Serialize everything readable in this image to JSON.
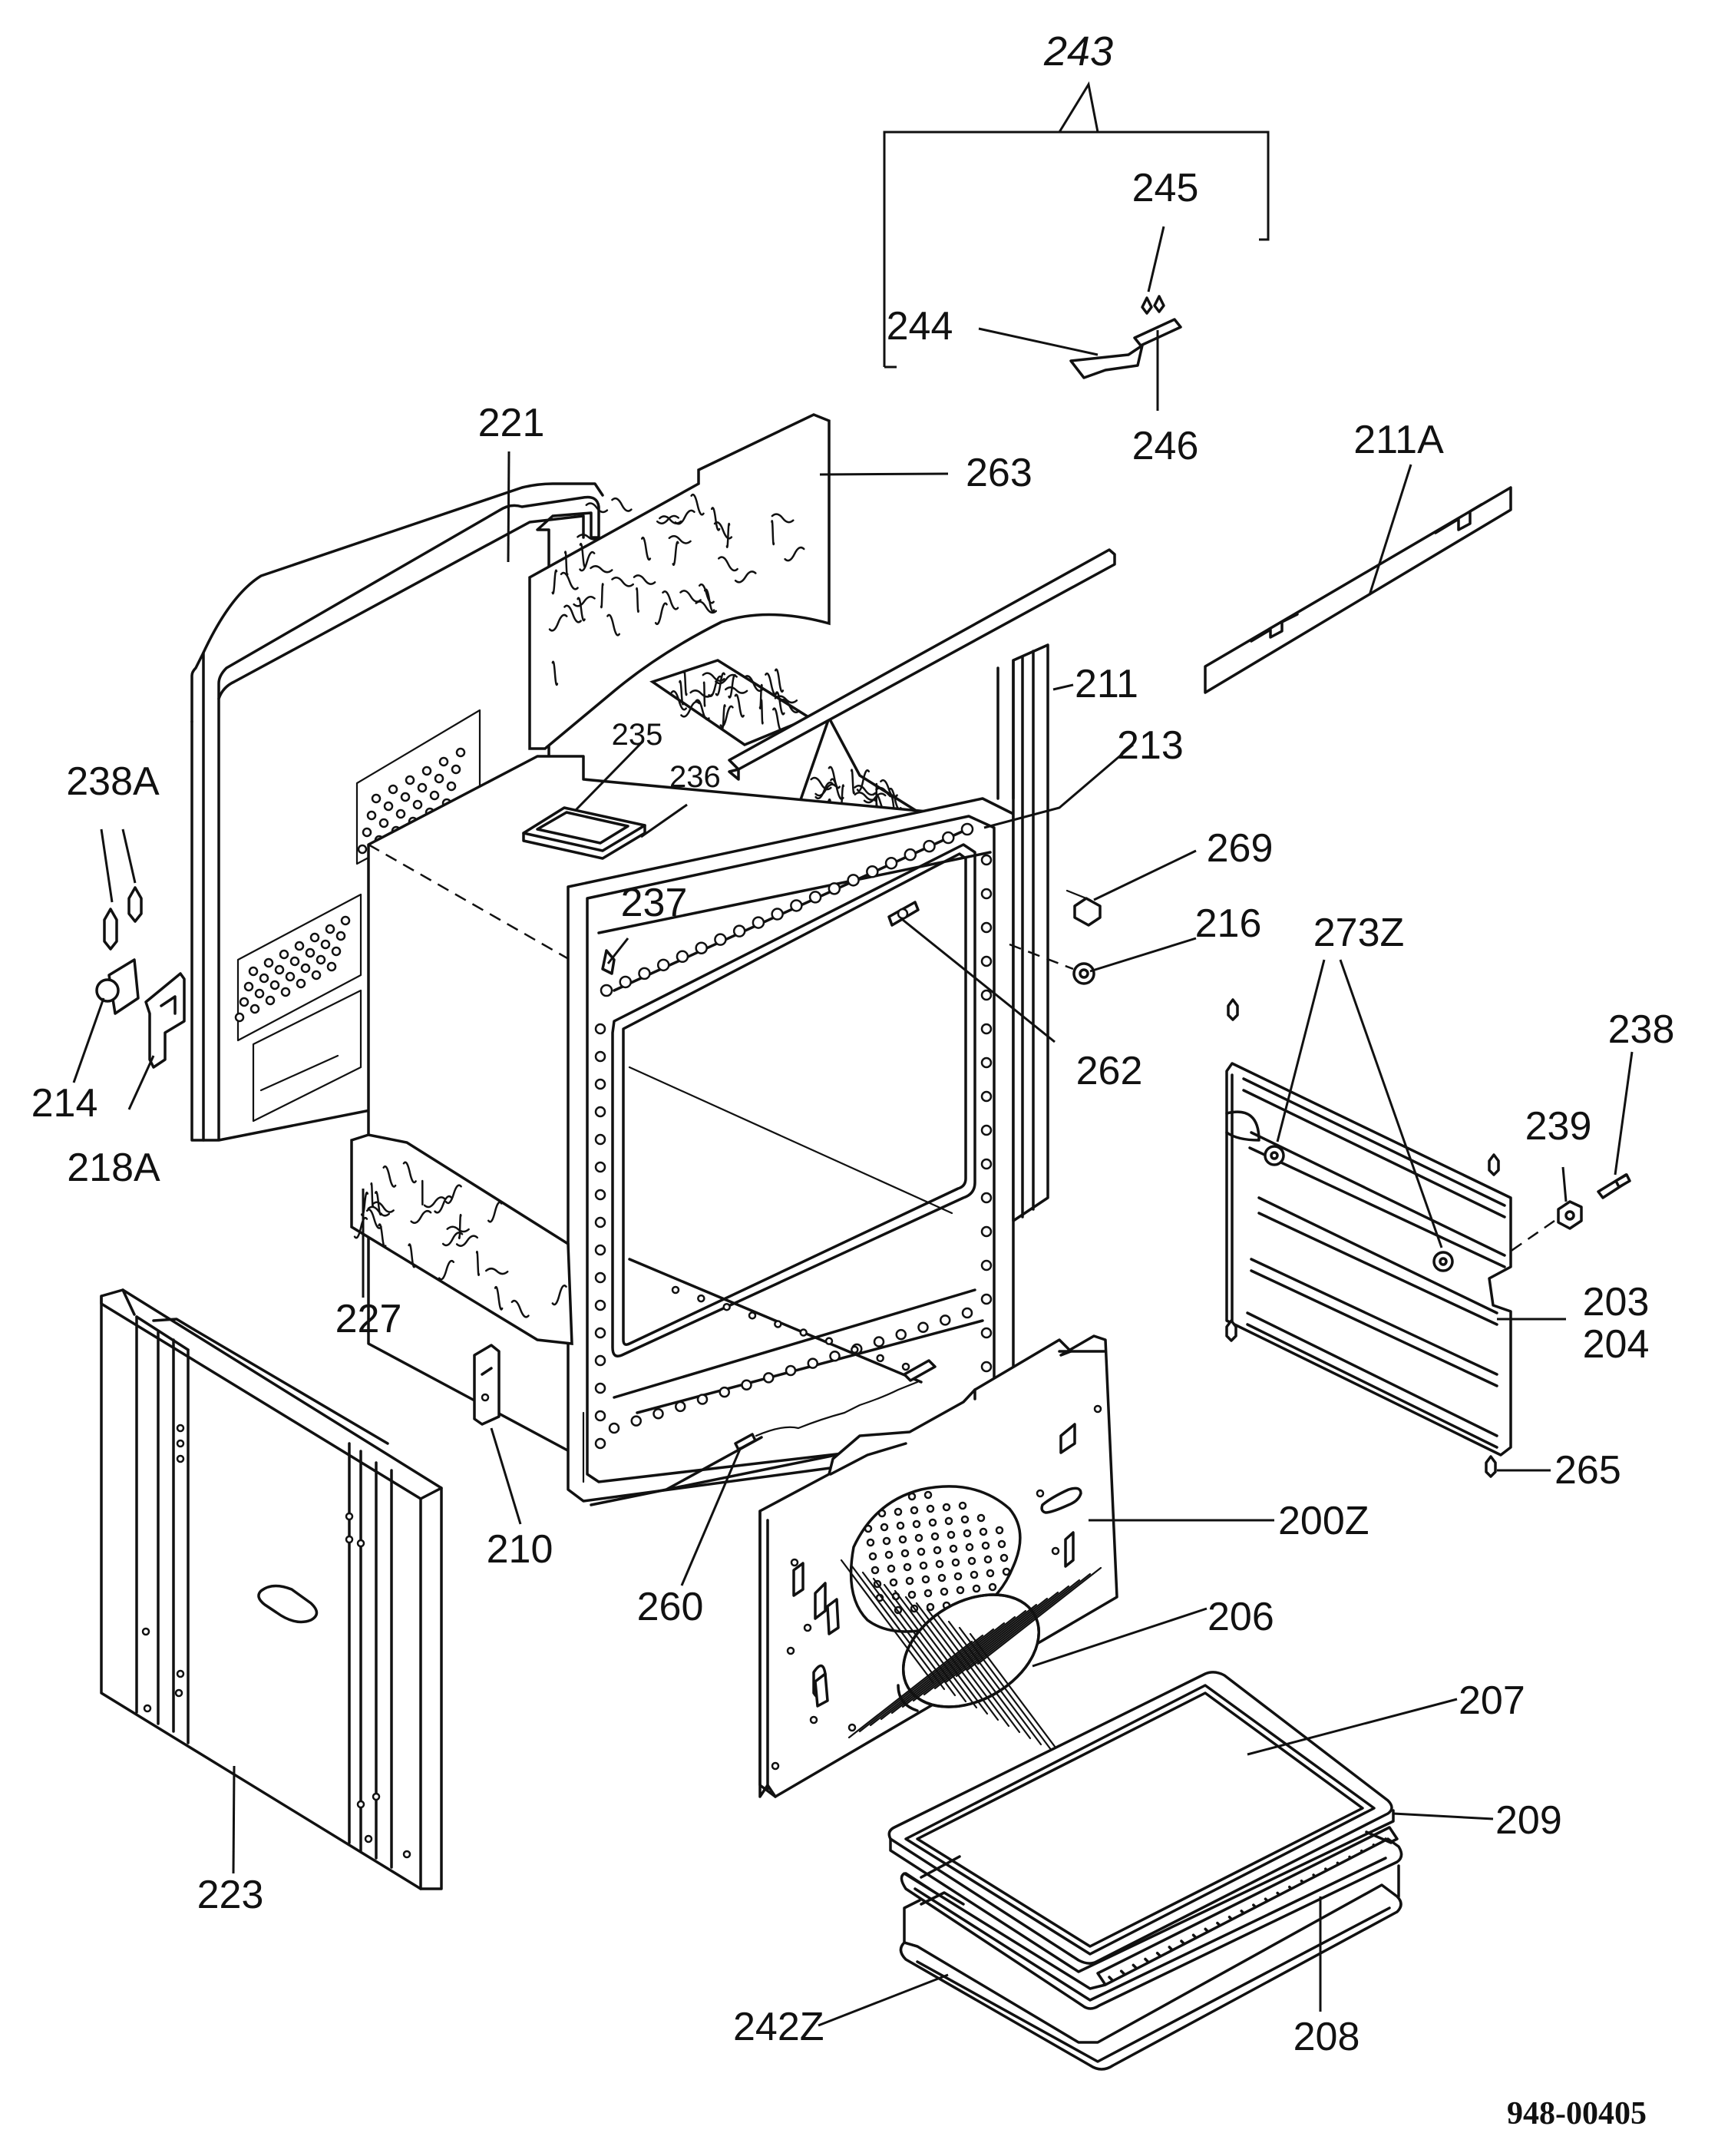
{
  "document_number": "948-00405",
  "labels": {
    "p243": "243",
    "p245": "245",
    "p244": "244",
    "p246": "246",
    "p221": "221",
    "p263": "263",
    "p211A": "211A",
    "p211": "211",
    "p213": "213",
    "p235": "235",
    "p236": "236",
    "p238A": "238A",
    "p237": "237",
    "p269": "269",
    "p216": "216",
    "p273Z": "273Z",
    "p262": "262",
    "p238": "238",
    "p214": "214",
    "p218A": "218A",
    "p239": "239",
    "p203": "203",
    "p204": "204",
    "p227": "227",
    "p265": "265",
    "p210": "210",
    "p200Z": "200Z",
    "p260": "260",
    "p206": "206",
    "p207": "207",
    "p209": "209",
    "p223": "223",
    "p242Z": "242Z",
    "p208": "208"
  }
}
